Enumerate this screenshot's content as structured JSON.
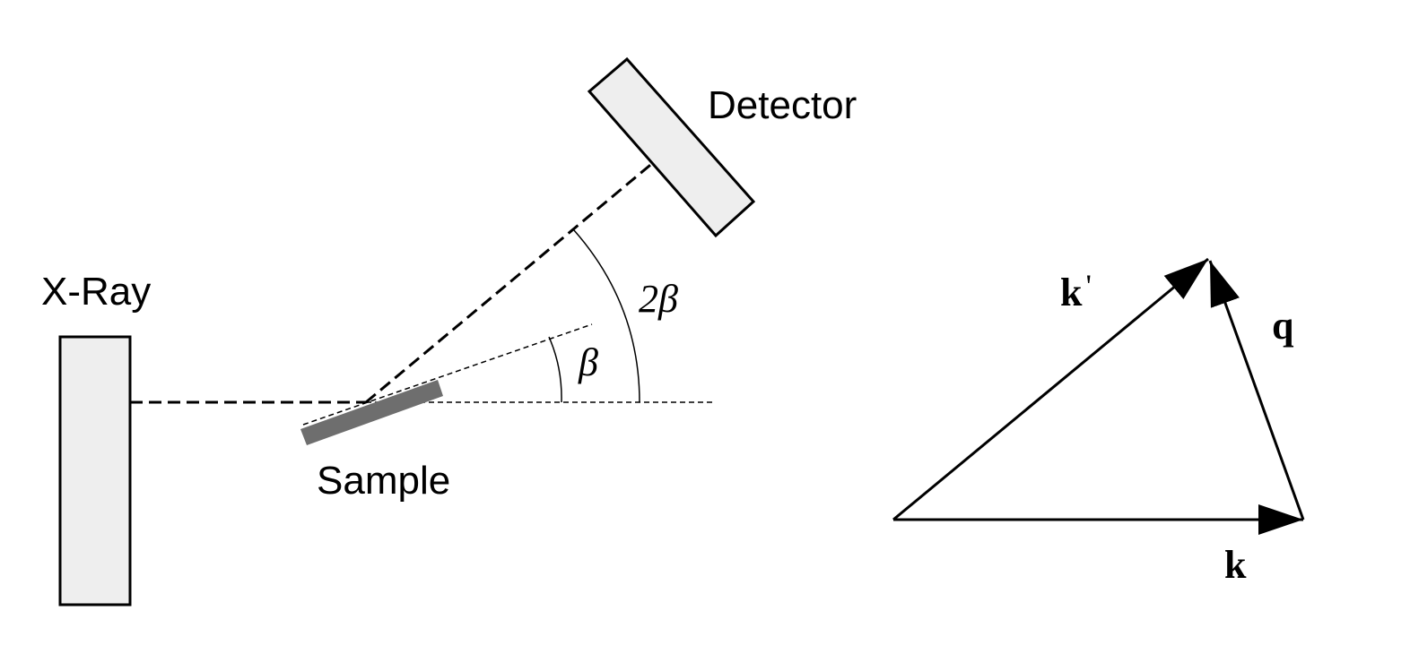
{
  "labels": {
    "xray": "X-Ray",
    "detector": "Detector",
    "sample": "Sample",
    "angle_beta": "β",
    "angle_two": "2",
    "angle_two_beta": "β"
  },
  "vectors": {
    "k_prime": "k",
    "k_prime_mark": "'",
    "q": "q",
    "k": "k"
  },
  "colors": {
    "box_fill": "#eeeeee",
    "sample_fill": "#6e6e6e",
    "stroke": "#000000"
  }
}
